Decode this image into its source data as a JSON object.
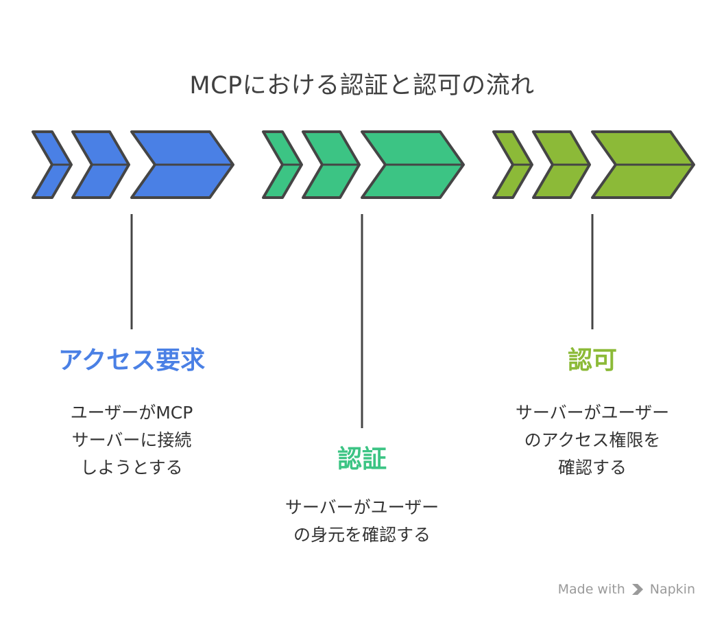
{
  "title": "MCPにおける認証と認可の流れ",
  "steps": [
    {
      "title": "アクセス要求",
      "color": "#4a80e5",
      "description": [
        "ユーザーがMCP",
        "サーバーに接続",
        "しようとする"
      ]
    },
    {
      "title": "認証",
      "color": "#3cc484",
      "description": [
        "サーバーがユーザー",
        "の身元を確認する"
      ]
    },
    {
      "title": "認可",
      "color": "#8cba38",
      "description": [
        "サーバーがユーザー",
        "のアクセス権限を",
        "確認する"
      ]
    }
  ],
  "colors": {
    "outline": "#454545",
    "title": "#404040",
    "description": "#333333",
    "footer": "#9a9a9a"
  },
  "footer": {
    "made_with": "Made with",
    "brand": "Napkin",
    "logo_icon": "napkin-logo-icon"
  }
}
